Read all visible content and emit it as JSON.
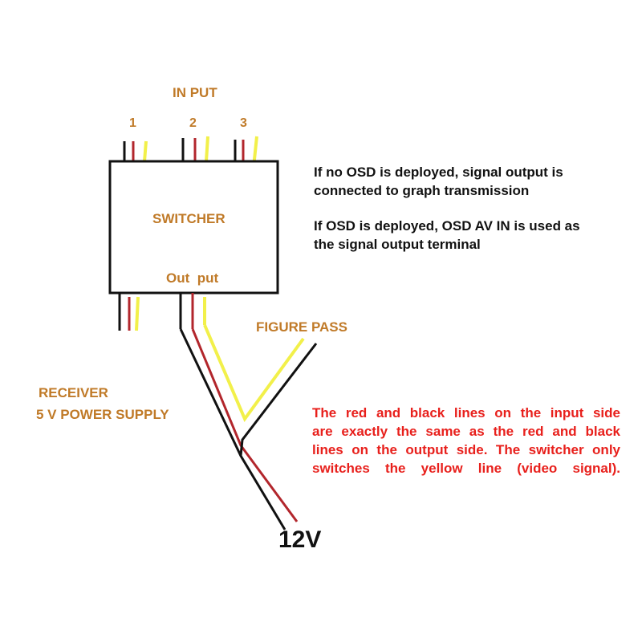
{
  "labels": {
    "input_title": "IN PUT",
    "input_numbers": [
      "1",
      "2",
      "3"
    ],
    "switcher": "SWITCHER",
    "output": "Out  put",
    "figure_pass": "FIGURE PASS",
    "receiver_line1": "RECEIVER",
    "receiver_line2": "5 V POWER SUPPLY",
    "voltage": "12V"
  },
  "notes": {
    "no_osd": [
      "If no OSD is deployed, signal output is",
      "connected to graph transmission"
    ],
    "osd": [
      "If OSD is deployed, OSD AV IN is used as",
      "the signal output terminal"
    ],
    "red_note": [
      "The red and black lines on the input side",
      "are exactly the same as the red and black",
      "lines on the output side. The switcher only",
      "switches the yellow line (video signal)."
    ]
  },
  "colors": {
    "wire_black": "#111111",
    "wire_red": "#b2262c",
    "wire_yellow": "#f2f04a",
    "label_orange": "#c07a28",
    "note_red": "#e8201c"
  }
}
